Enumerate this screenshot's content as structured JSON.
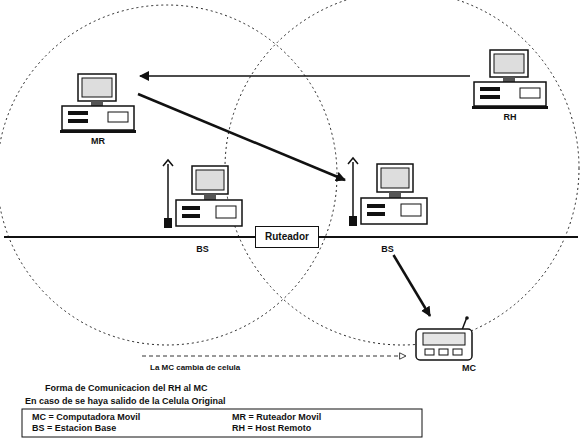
{
  "diagram": {
    "caption": "Forma de Comunicacion del RH al MC",
    "nodes": [
      {
        "text": [
          "MR"
        ]
      },
      {
        "text": [
          "RH"
        ]
      },
      {
        "text": [
          "BS"
        ]
      },
      {
        "text": [
          "Ruteador"
        ]
      },
      {
        "text": [
          "BS"
        ]
      },
      {
        "text": [
          "MC"
        ]
      }
    ],
    "edges": [
      {
        "from": 1,
        "to": 0,
        "arrow": "to"
      },
      {
        "from": 0,
        "to": 4,
        "arrow": "to"
      },
      {
        "from": 4,
        "to": 5,
        "arrow": "to"
      },
      {
        "from": 2,
        "to": 3,
        "arrow": "none"
      },
      {
        "from": 3,
        "to": 4,
        "arrow": "none"
      }
    ],
    "labels": [
      "La MC cambia de celula",
      "En caso de se haya salido de la Celula Original",
      "MC = Computadora Movil",
      "MR = Ruteador Movil",
      "BS = Estacion Base",
      "RH = Host Remoto"
    ]
  }
}
